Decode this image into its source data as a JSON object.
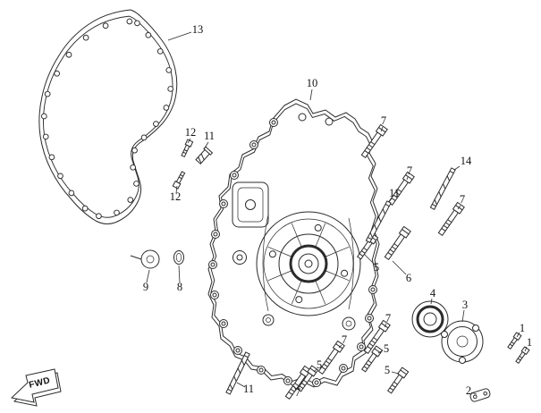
{
  "page": {
    "background_color": "#ffffff",
    "line_color": "#2b2b2b"
  },
  "diagram": {
    "type": "exploded-parts-diagram",
    "subject": "engine-crankcase-cover",
    "fwd_label": "FWD",
    "callouts": [
      {
        "text": "13"
      },
      {
        "text": "10"
      },
      {
        "text": "12"
      },
      {
        "text": "11"
      },
      {
        "text": "7"
      },
      {
        "text": "7"
      },
      {
        "text": "14"
      },
      {
        "text": "11"
      },
      {
        "text": "7"
      },
      {
        "text": "12"
      },
      {
        "text": "9"
      },
      {
        "text": "8"
      },
      {
        "text": "5"
      },
      {
        "text": "6"
      },
      {
        "text": "4"
      },
      {
        "text": "3"
      },
      {
        "text": "7"
      },
      {
        "text": "5"
      },
      {
        "text": "7"
      },
      {
        "text": "5"
      },
      {
        "text": "7"
      },
      {
        "text": "5"
      },
      {
        "text": "11"
      },
      {
        "text": "1"
      },
      {
        "text": "1"
      },
      {
        "text": "2"
      }
    ]
  }
}
